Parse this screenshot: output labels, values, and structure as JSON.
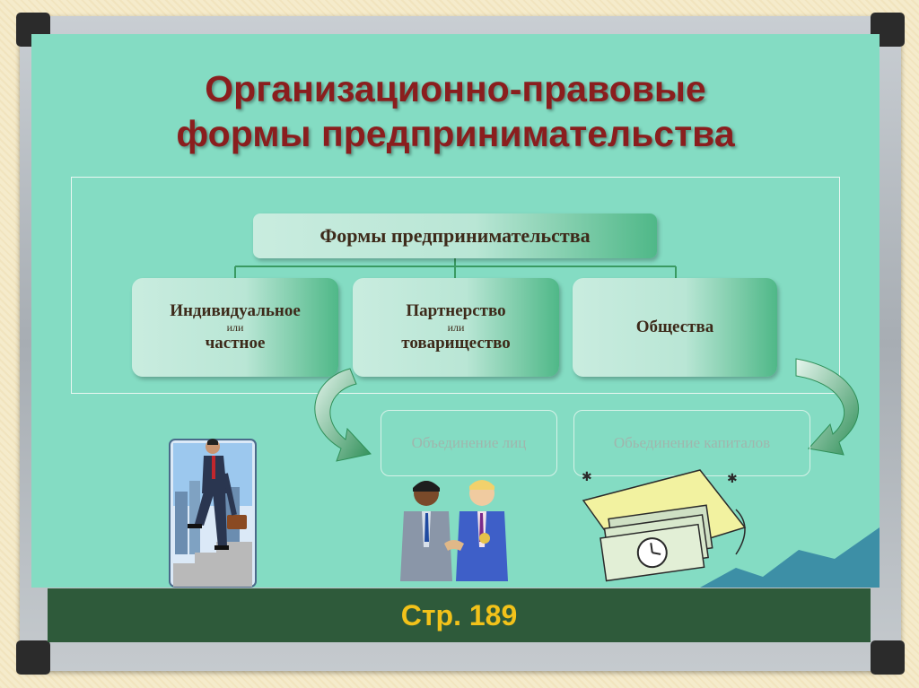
{
  "slide": {
    "title_line1": "Организационно-правовые",
    "title_line2": "формы предпринимательства",
    "page_ref": "Стр. 189"
  },
  "diagram": {
    "root": "Формы предпринимательства",
    "children": [
      {
        "line1": "Индивидуальное",
        "connector": "или",
        "line2": "частное"
      },
      {
        "line1": "Партнерство",
        "connector": "или",
        "line2": "товарищество"
      },
      {
        "line1": "Общества"
      }
    ],
    "outcomes": [
      "Объединение лиц",
      "Обьединение капиталов"
    ]
  },
  "colors": {
    "board": "#84dcc3",
    "title": "#8a1e1e",
    "node_text": "#3d2a1a",
    "connector": "#3a9a62",
    "bar": "#2e5a3a",
    "page_ref": "#f2c21a"
  },
  "icons": [
    "businessman-climbing-stairs-icon",
    "handshake-icon",
    "money-clock-icon"
  ]
}
